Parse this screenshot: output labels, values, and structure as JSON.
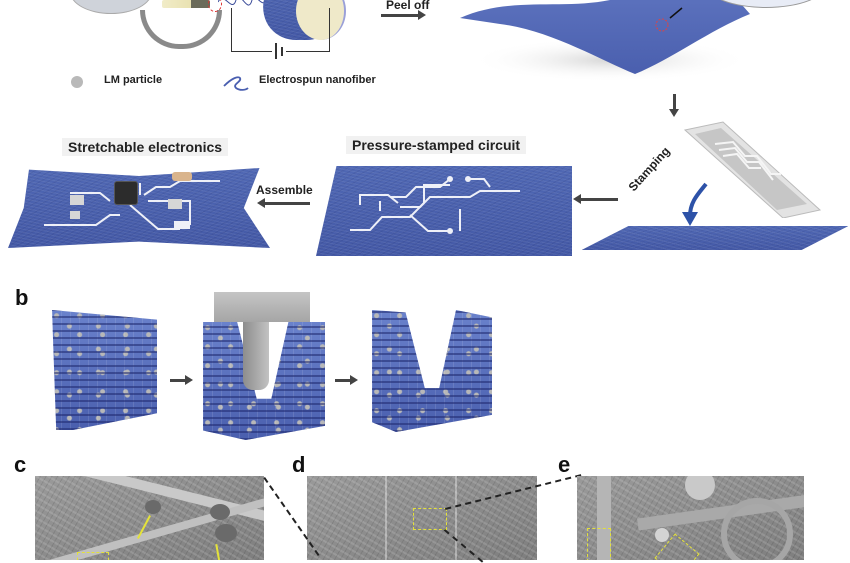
{
  "figure": {
    "panel_a": {
      "arrows": {
        "peel_off": "Peel off",
        "assemble": "Assemble",
        "stamping": "Stamping"
      },
      "legend": {
        "lm_particle": "LM particle",
        "nanofiber": "Electrospun nanofiber"
      },
      "titles": {
        "stretchable": "Stretchable electronics",
        "pressure_stamped": "Pressure-stamped circuit"
      }
    },
    "panel_b": {
      "letter": "b"
    },
    "panel_c": {
      "letter": "c"
    },
    "panel_d": {
      "letter": "d"
    },
    "panel_e": {
      "letter": "e"
    },
    "colors": {
      "fabric_blue": "#4a5fae",
      "trace_white": "#eef0f8",
      "sem_gray": "#8c8c8c",
      "highlight_yellow": "#e4e23a",
      "stamp_gray": "#c8c8c8"
    }
  }
}
